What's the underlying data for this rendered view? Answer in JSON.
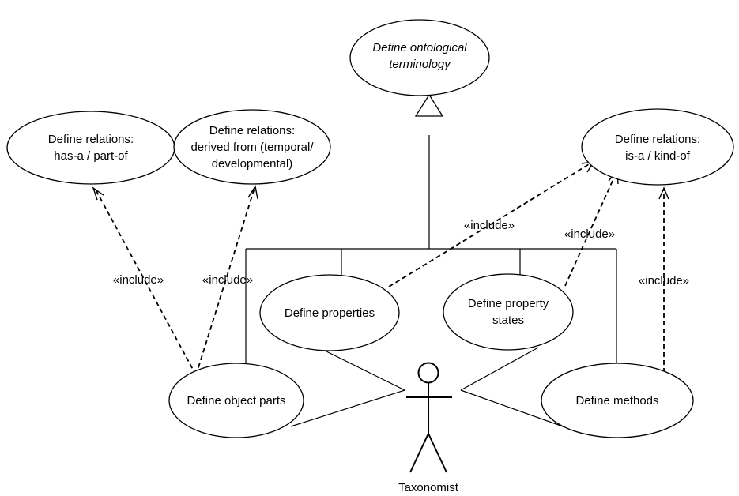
{
  "use_cases": {
    "ontological": {
      "line1": "Define ontological",
      "line2": "terminology"
    },
    "has_a": {
      "line1": "Define relations:",
      "line2": "has-a / part-of"
    },
    "derived": {
      "line1": "Define relations:",
      "line2": "derived from (temporal/",
      "line3": "developmental)"
    },
    "is_a": {
      "line1": "Define relations:",
      "line2": "is-a / kind-of"
    },
    "properties": {
      "label": "Define properties"
    },
    "property_states": {
      "line1": "Define property",
      "line2": "states"
    },
    "object_parts": {
      "label": "Define object parts"
    },
    "methods": {
      "label": "Define methods"
    }
  },
  "actor": {
    "label": "Taxonomist"
  },
  "stereotypes": {
    "include_object_has_a": "«include»",
    "include_object_derived": "«include»",
    "include_properties_is_a": "«include»",
    "include_states_is_a": "«include»",
    "include_methods_is_a": "«include»"
  }
}
